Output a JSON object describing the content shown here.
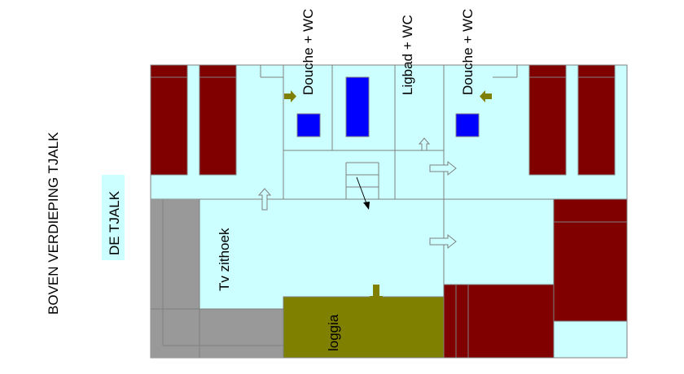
{
  "labels": {
    "floor_title": "BOVEN VERDIEPING  TJALK",
    "house_name": "DE TJALK",
    "shower_left": "Douche + WC",
    "bath": "Ligbad  +  WC",
    "shower_right": "Douche + WC",
    "tv_corner": "Tv zithoek",
    "loggia": "loggia"
  },
  "colors": {
    "floor": "#ccffff",
    "bed": "#800000",
    "sanitary": "#0000ff",
    "sofa": "#999999",
    "loggia": "#808000",
    "line": "#808080"
  }
}
